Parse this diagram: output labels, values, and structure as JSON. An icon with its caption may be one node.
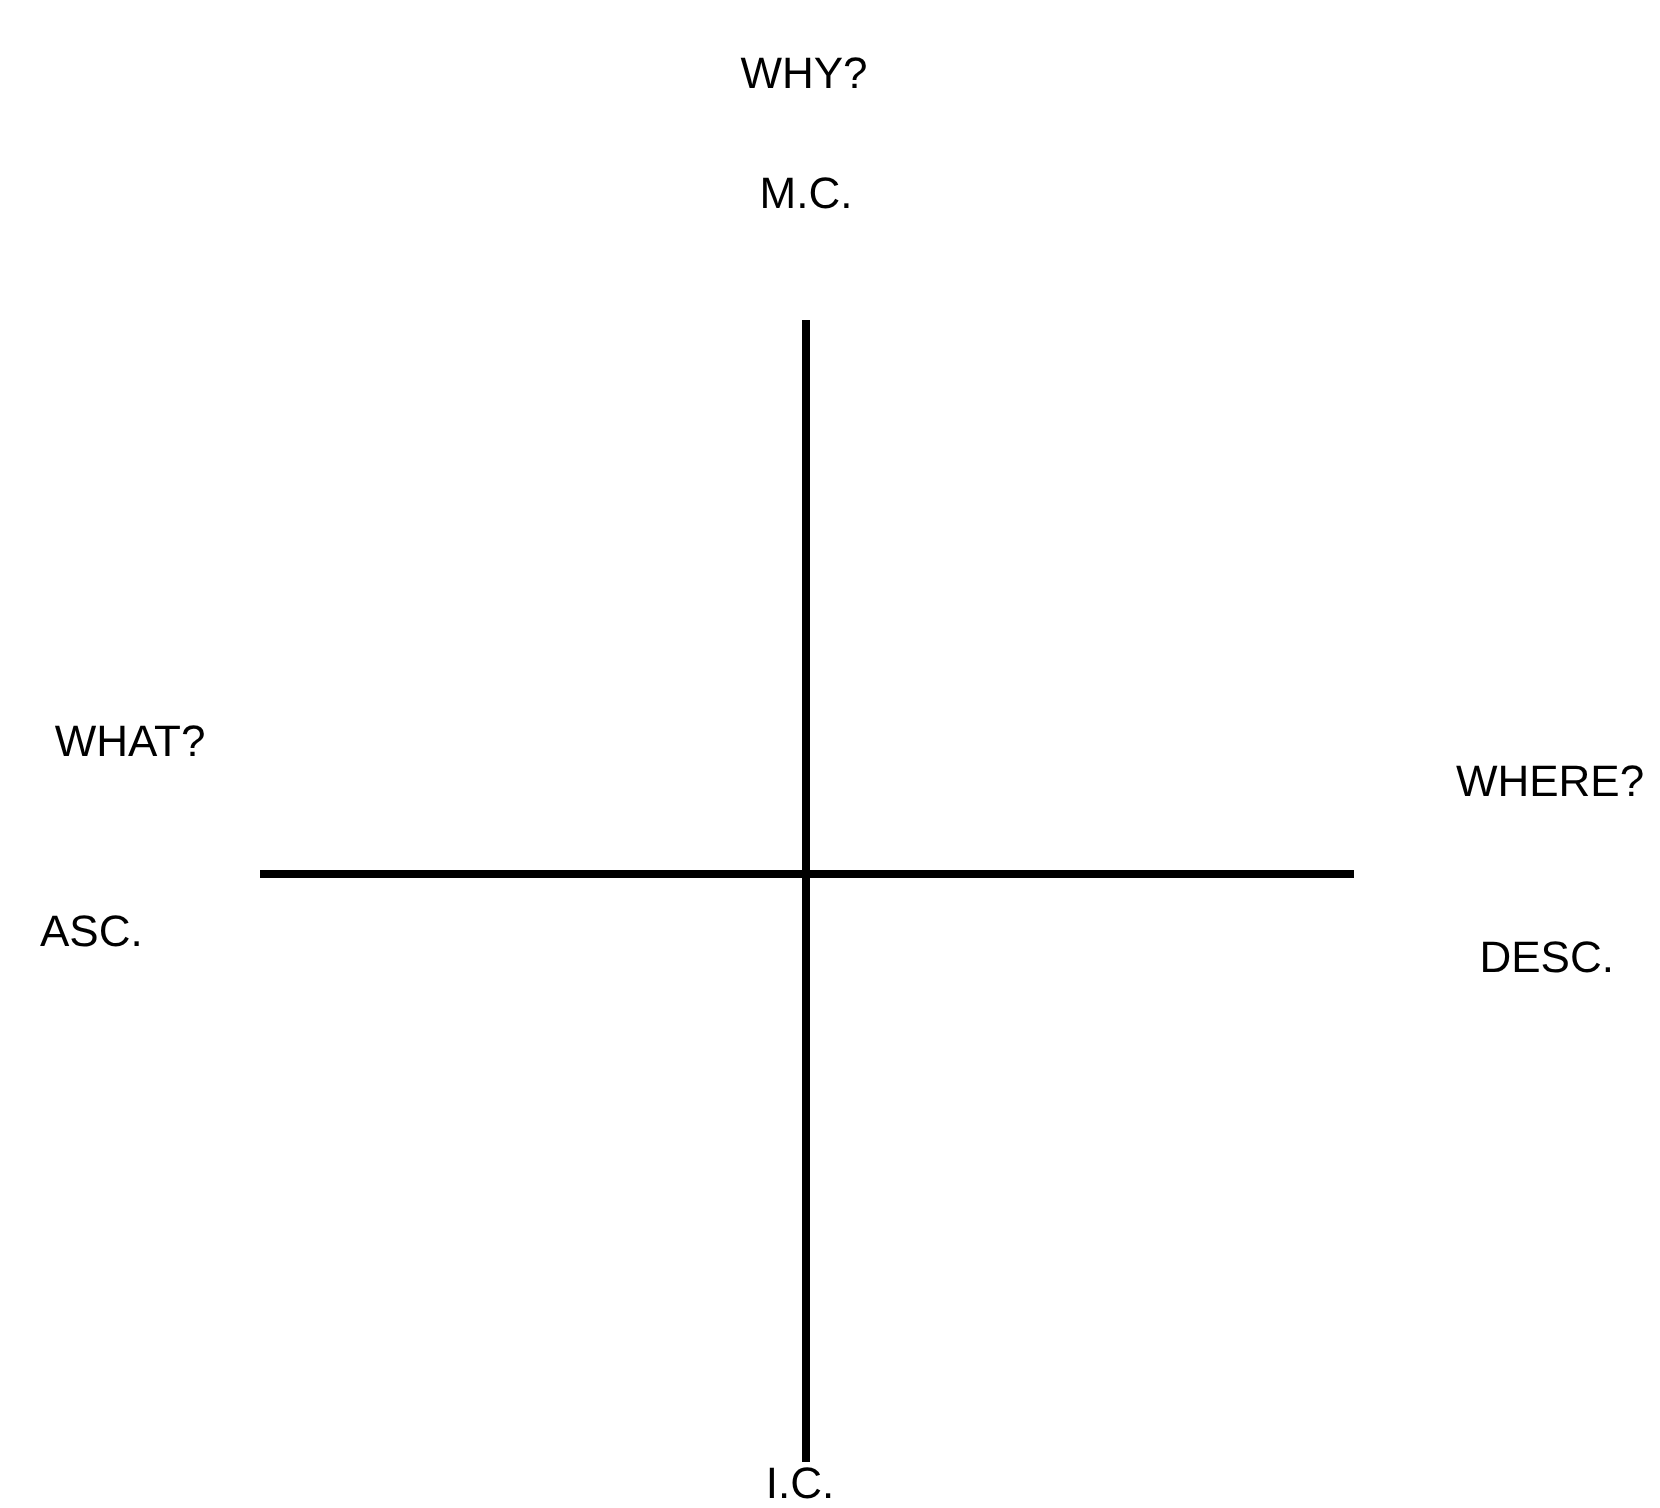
{
  "diagram": {
    "nodes": [
      {
        "text": [
          "M.C."
        ],
        "beside": [
          "WHY?"
        ]
      },
      {
        "text": [
          "ASC."
        ],
        "beside": [
          "WHAT?"
        ]
      },
      {
        "text": [
          "DESC."
        ],
        "beside": [
          "WHERE?"
        ]
      },
      {
        "text": [
          "I.C."
        ]
      }
    ],
    "edges": [
      {
        "from": 0,
        "to": 3,
        "arrow": "none"
      },
      {
        "from": 1,
        "to": 2,
        "arrow": "none"
      }
    ]
  }
}
